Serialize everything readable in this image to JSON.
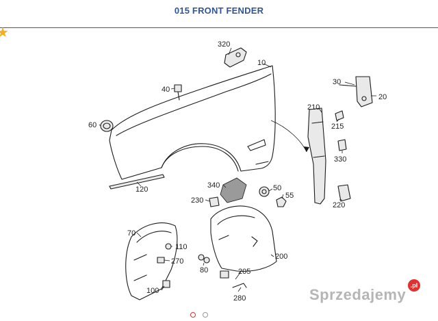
{
  "title": "015 FRONT FENDER",
  "watermark": "Sprzedajemy",
  "watermark_badge": ".pl",
  "star_icon": "star-icon",
  "colors": {
    "title": "#2f5597",
    "star": "#f2b01e",
    "active_dot": "#d9342b"
  },
  "carousel": {
    "count": 2,
    "active": 1
  },
  "callouts": [
    {
      "id": "320",
      "label": "320"
    },
    {
      "id": "10",
      "label": "10"
    },
    {
      "id": "40",
      "label": "40"
    },
    {
      "id": "30",
      "label": "30"
    },
    {
      "id": "20",
      "label": "20"
    },
    {
      "id": "60",
      "label": "60"
    },
    {
      "id": "210",
      "label": "210"
    },
    {
      "id": "215",
      "label": "215"
    },
    {
      "id": "330",
      "label": "330"
    },
    {
      "id": "120",
      "label": "120"
    },
    {
      "id": "340",
      "label": "340"
    },
    {
      "id": "50",
      "label": "50"
    },
    {
      "id": "55",
      "label": "55"
    },
    {
      "id": "230",
      "label": "230"
    },
    {
      "id": "220",
      "label": "220"
    },
    {
      "id": "70",
      "label": "70"
    },
    {
      "id": "110",
      "label": "110"
    },
    {
      "id": "270",
      "label": "270"
    },
    {
      "id": "80",
      "label": "80"
    },
    {
      "id": "200",
      "label": "200"
    },
    {
      "id": "205",
      "label": "205"
    },
    {
      "id": "100",
      "label": "100"
    },
    {
      "id": "280",
      "label": "280"
    }
  ]
}
